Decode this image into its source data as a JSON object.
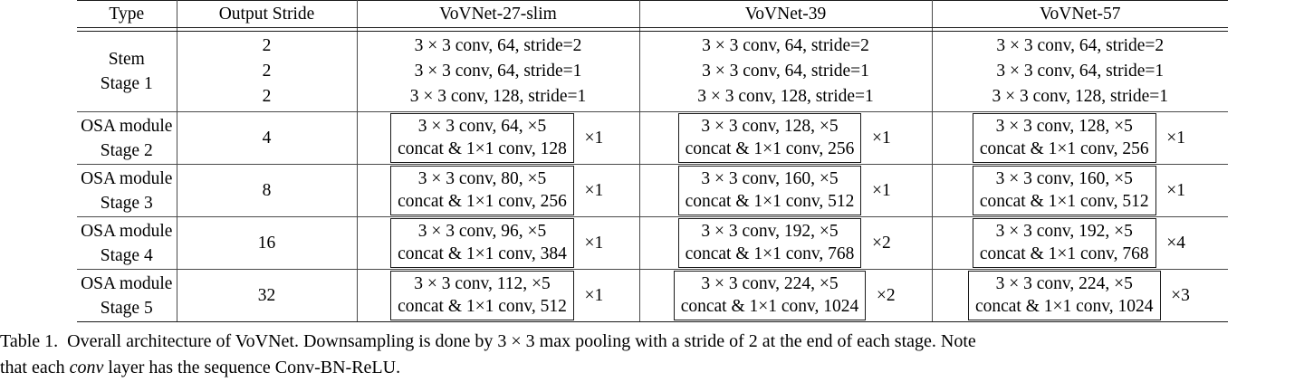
{
  "table": {
    "headers": [
      "Type",
      "Output Stride",
      "VoVNet-27-slim",
      "VoVNet-39",
      "VoVNet-57"
    ],
    "stem": {
      "type_line1": "Stem",
      "type_line2": "Stage 1",
      "strides": [
        "2",
        "2",
        "2"
      ],
      "vovnet27slim": [
        "3 × 3 conv, 64, stride=2",
        "3 × 3 conv, 64, stride=1",
        "3 × 3 conv, 128, stride=1"
      ],
      "vovnet39": [
        "3 × 3 conv, 64, stride=2",
        "3 × 3 conv, 64, stride=1",
        "3 × 3 conv, 128, stride=1"
      ],
      "vovnet57": [
        "3 × 3 conv, 64, stride=2",
        "3 × 3 conv, 64, stride=1",
        "3 × 3 conv, 128, stride=1"
      ]
    },
    "stages": [
      {
        "type_line1": "OSA module",
        "type_line2": "Stage 2",
        "stride": "4",
        "vovnet27slim": {
          "line1": "3 × 3 conv, 64, ×5",
          "line2": "concat & 1×1 conv, 128",
          "repeat": "×1"
        },
        "vovnet39": {
          "line1": "3 × 3 conv, 128, ×5",
          "line2": "concat & 1×1 conv, 256",
          "repeat": "×1"
        },
        "vovnet57": {
          "line1": "3 × 3 conv, 128, ×5",
          "line2": "concat & 1×1 conv, 256",
          "repeat": "×1"
        }
      },
      {
        "type_line1": "OSA module",
        "type_line2": "Stage 3",
        "stride": "8",
        "vovnet27slim": {
          "line1": "3 × 3 conv, 80, ×5",
          "line2": "concat & 1×1 conv, 256",
          "repeat": "×1"
        },
        "vovnet39": {
          "line1": "3 × 3 conv, 160, ×5",
          "line2": "concat & 1×1 conv, 512",
          "repeat": "×1"
        },
        "vovnet57": {
          "line1": "3 × 3 conv, 160, ×5",
          "line2": "concat & 1×1 conv, 512",
          "repeat": "×1"
        }
      },
      {
        "type_line1": "OSA module",
        "type_line2": "Stage 4",
        "stride": "16",
        "vovnet27slim": {
          "line1": "3 × 3 conv, 96, ×5",
          "line2": "concat & 1×1 conv, 384",
          "repeat": "×1"
        },
        "vovnet39": {
          "line1": "3 × 3 conv, 192, ×5",
          "line2": "concat & 1×1 conv, 768",
          "repeat": "×2"
        },
        "vovnet57": {
          "line1": "3 × 3 conv, 192, ×5",
          "line2": "concat & 1×1 conv, 768",
          "repeat": "×4"
        }
      },
      {
        "type_line1": "OSA module",
        "type_line2": "Stage 5",
        "stride": "32",
        "vovnet27slim": {
          "line1": "3 × 3 conv, 112, ×5",
          "line2": "concat & 1×1 conv, 512",
          "repeat": "×1"
        },
        "vovnet39": {
          "line1": "3 × 3 conv, 224, ×5",
          "line2": "concat & 1×1 conv, 1024",
          "repeat": "×2"
        },
        "vovnet57": {
          "line1": "3 × 3 conv, 224, ×5",
          "line2": "concat & 1×1 conv, 1024",
          "repeat": "×3"
        }
      }
    ]
  },
  "caption": {
    "label": "Table 1.",
    "line1_a": "Overall architecture of VoVNet. Downsampling is done by 3 × 3 max pooling with a stride of 2 at the end of each stage. Note",
    "line2_a": "that each ",
    "line2_em": "conv",
    "line2_b": " layer has the sequence Conv-BN-ReLU."
  }
}
